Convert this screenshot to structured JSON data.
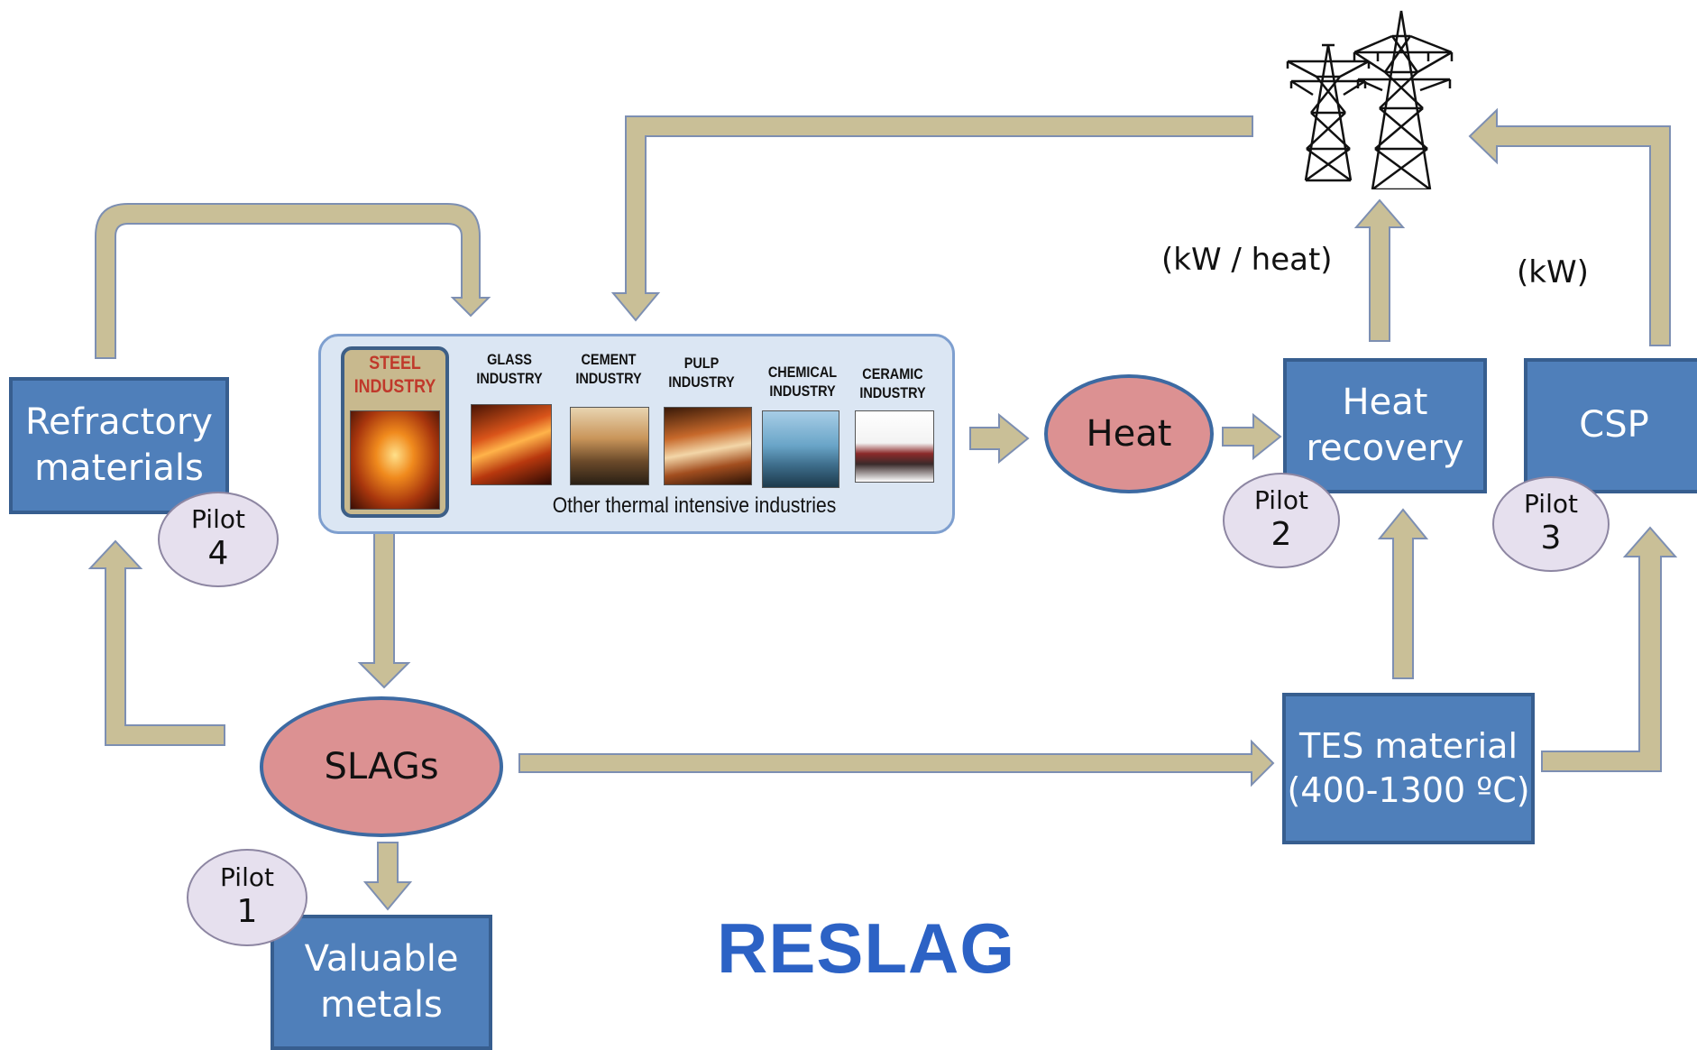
{
  "title": "RESLAG",
  "colors": {
    "box_fill": "#4f7fba",
    "box_border": "#375e8f",
    "ellipse_fill": "#dc9192",
    "pilot_fill": "#e6e0ee",
    "arrow_fill": "#c9bf97",
    "title": "#2c62c5"
  },
  "nodes": {
    "refractory": [
      "Refractory",
      "materials"
    ],
    "valuable": [
      "Valuable",
      "metals"
    ],
    "heat_recovery": [
      "Heat",
      "recovery"
    ],
    "csp": "CSP",
    "tes": [
      "TES material",
      "(400-1300 ºC)"
    ],
    "slags": "SLAGs",
    "heat": "Heat"
  },
  "pilots": [
    {
      "label": "Pilot",
      "number": "1"
    },
    {
      "label": "Pilot",
      "number": "2"
    },
    {
      "label": "Pilot",
      "number": "3"
    },
    {
      "label": "Pilot",
      "number": "4"
    }
  ],
  "units": {
    "heat_recovery_output": "(kW / heat)",
    "csp_output": "(kW)"
  },
  "industries": {
    "steel": [
      "STEEL",
      "INDUSTRY"
    ],
    "others": [
      [
        "GLASS",
        "INDUSTRY"
      ],
      [
        "CEMENT",
        "INDUSTRY"
      ],
      [
        "PULP",
        "INDUSTRY"
      ],
      [
        "CHEMICAL",
        "INDUSTRY"
      ],
      [
        "CERAMIC",
        "INDUSTRY"
      ]
    ],
    "caption": "Other thermal intensive industries"
  },
  "icons": {
    "grid": "power-pylon-icon"
  }
}
